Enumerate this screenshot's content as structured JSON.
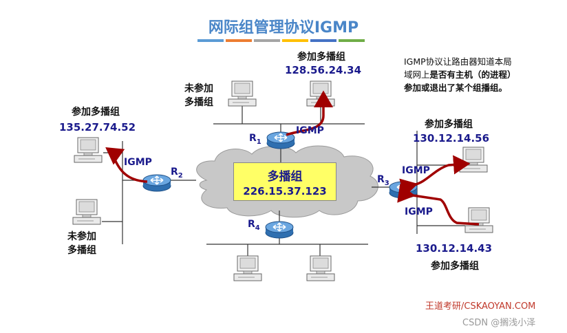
{
  "title": "网际组管理协议IGMP",
  "title_bar_colors": [
    "#5b9bd5",
    "#ed7d31",
    "#a5a5a5",
    "#ffc000",
    "#4472c4",
    "#70ad47"
  ],
  "note": {
    "line1": "IGMP协议让路由器知道本局",
    "line2a": "域网上",
    "line2b": "是否有主机（的进程）",
    "line3": "参加或退出了某个组播组。"
  },
  "group": {
    "label": "多播组",
    "address": "226.15.37.123"
  },
  "labels": {
    "join": "参加多播组",
    "not_join_1": "未参加",
    "not_join_2": "多播组",
    "igmp": "IGMP"
  },
  "routers": {
    "r1": "R",
    "r2": "R",
    "r3": "R",
    "r4": "R",
    "sub1": "1",
    "sub2": "2",
    "sub3": "3",
    "sub4": "4"
  },
  "hosts": {
    "top_member_ip": "128.56.24.34",
    "left_member_ip": "135.27.74.52",
    "right_member_1_ip": "130.12.14.56",
    "right_member_2_ip": "130.12.14.43"
  },
  "footer": "王道考研/CSKAOYAN.COM",
  "watermark": "CSDN @搁浅小泽",
  "colors": {
    "title": "#4a86c8",
    "text_blue": "#1a1a8c",
    "arrow": "#a00000",
    "group_box": "#ffff66",
    "footer": "#c0392b"
  }
}
